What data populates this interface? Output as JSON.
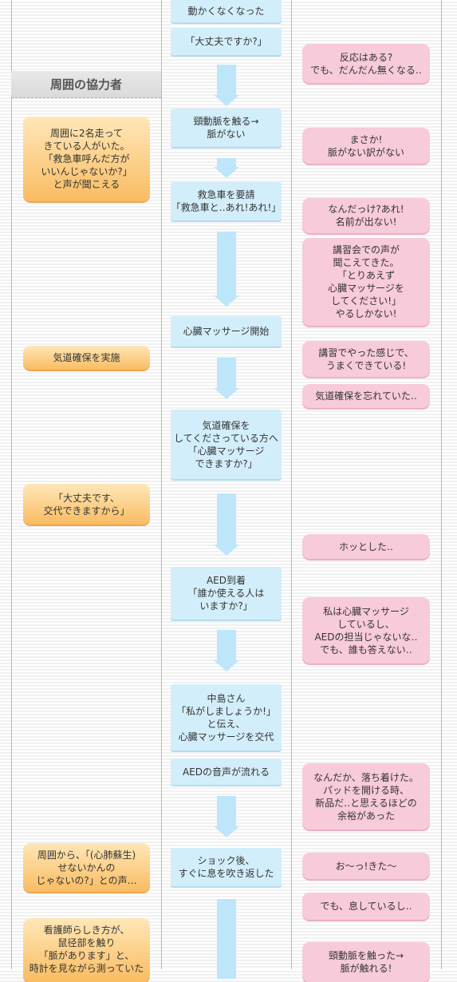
{
  "header": {
    "bystanders": "周囲の協力者"
  },
  "center": {
    "c0": "動かくなくなった",
    "c1": "「大丈夫ですか?」",
    "c2": "頸動脈を触る→\n脈がない",
    "c3": "救急車を要請\n「救急車と‥あれ!あれ!」",
    "c4": "心臓マッサージ開始",
    "c5": "気道確保を\nしてくださっている方へ\n「心臓マッサージ\nできますか?」",
    "c6": "AED到着\n「誰か使える人は\nいますか?」",
    "c7": "中島さん\n「私がしましょうか!」\nと伝え、\n心臓マッサージを交代",
    "c8": "AEDの音声が流れる",
    "c9": "ショック後、\nすぐに息を吹き返した"
  },
  "left": {
    "l1": "周囲に2名走って\nきている人がいた。\n「救急車呼んだ方が\nいいんじゃないか?」\nと声が聞こえる",
    "l2": "気道確保を実施",
    "l3": "「大丈夫です、\n交代できますから」",
    "l4": "周囲から、「(心肺蘇生)\nせないかんの\nじゃないの?」との声…",
    "l5": "看護師らしき方が、\n鼠径部を触り\n「脈があります」と、\n時計を見ながら測っていた"
  },
  "right": {
    "r1": "反応はある?\nでも、だんだん無くなる‥",
    "r2": "まさか!\n脈がない訳がない",
    "r3": "なんだっけ?あれ!\n名前が出ない!",
    "r4": "講習会での声が\n聞こえてきた。\n「とりあえず\n心臓マッサージを\nしてください!」\nやるしかない!",
    "r5": "講習でやった感じで、\nうまくできている!",
    "r6": "気道確保を忘れていた‥",
    "r7": "ホッとした‥",
    "r8": "私は心臓マッサージ\nしているし、\nAEDの担当じゃないな‥\nでも、誰も答えない‥",
    "r9": "なんだか、落ち着けた。\nパッドを開ける時、\n新品だ‥と思えるほどの\n余裕があった",
    "r10": "お〜っ!きた〜",
    "r11": "でも、息しているし‥",
    "r12": "頸動脈を触った→\n脈が触れる!"
  },
  "colors": {
    "blue": "#d3eefb",
    "orange": "#f9bc62",
    "pink": "#f8cbda",
    "arrow": "#bde6fb"
  }
}
